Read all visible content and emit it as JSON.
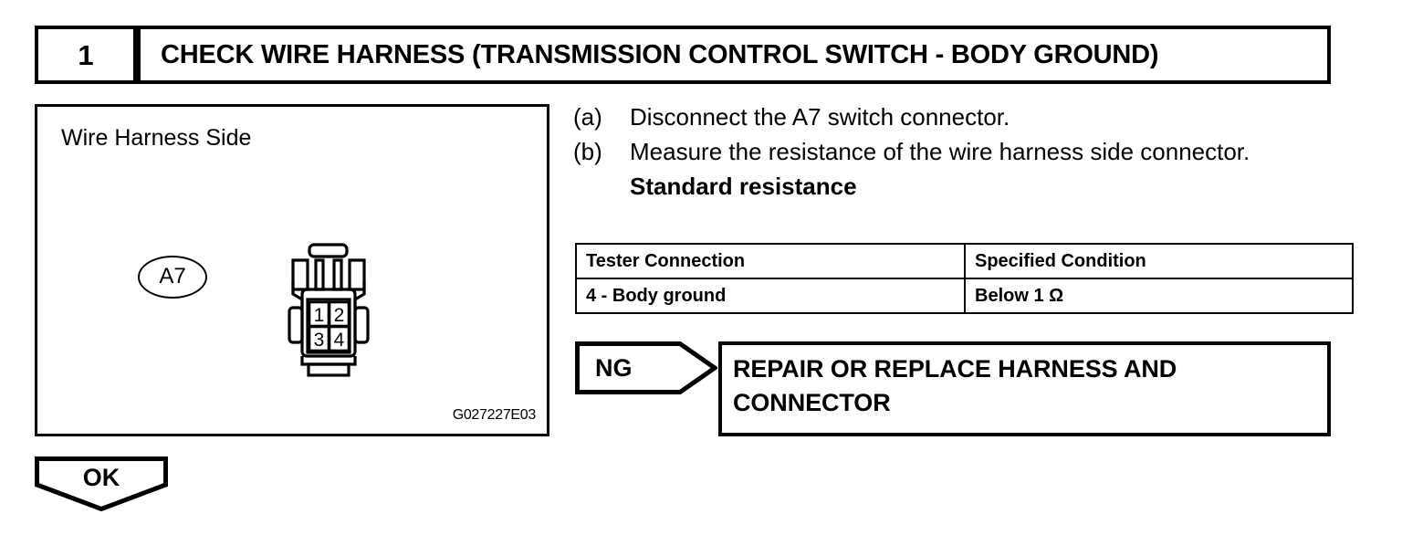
{
  "step": {
    "number": "1",
    "title": "CHECK WIRE HARNESS (TRANSMISSION CONTROL SWITCH - BODY GROUND)"
  },
  "figure": {
    "caption": "Wire Harness Side",
    "code": "G027227E03",
    "connector_id": "A7",
    "connector": {
      "pins": [
        {
          "number": "1"
        },
        {
          "number": "2"
        },
        {
          "number": "3"
        },
        {
          "number": "4"
        }
      ]
    }
  },
  "instructions": [
    {
      "marker": "(a)",
      "text": "Disconnect the A7 switch connector."
    },
    {
      "marker": "(b)",
      "text": "Measure the resistance of the wire harness side connector."
    }
  ],
  "standard_label": "Standard resistance",
  "spec_table": {
    "headers": [
      "Tester Connection",
      "Specified Condition"
    ],
    "rows": [
      [
        "4 - Body ground",
        "Below 1 Ω"
      ]
    ]
  },
  "results": {
    "ng": {
      "label": "NG",
      "action_lines": [
        "REPAIR OR REPLACE HARNESS AND",
        "CONNECTOR"
      ]
    },
    "ok": {
      "label": "OK"
    }
  },
  "colors": {
    "ink": "#000000",
    "paper": "#ffffff"
  }
}
